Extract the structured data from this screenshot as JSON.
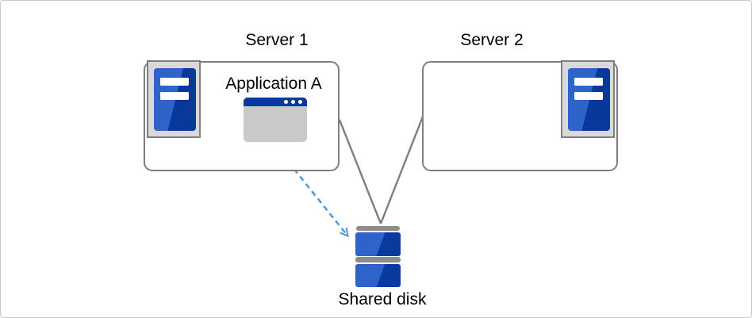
{
  "diagram": {
    "nodes": {
      "server1": {
        "label": "Server 1"
      },
      "server2": {
        "label": "Server 2"
      },
      "application": {
        "label": "Application A"
      },
      "shared_disk": {
        "label": "Shared disk"
      }
    },
    "connections": [
      {
        "from": "server1",
        "to": "shared_disk",
        "style": "solid"
      },
      {
        "from": "server2",
        "to": "shared_disk",
        "style": "solid"
      },
      {
        "from": "application",
        "to": "shared_disk",
        "style": "dashed-arrow"
      }
    ],
    "colors": {
      "box_border": "#7f7f7f",
      "connector_gray": "#7f7f7f",
      "arrow_blue": "#5b9bd5",
      "server_blue_light": "#2e64c9",
      "server_blue_dark": "#09389b",
      "window_titlebar_blue": "#08399e",
      "window_body_gray": "#c9c9c9",
      "icon_frame_gray": "#d9d9d9",
      "disk_bar_gray": "#8c8c8c",
      "label_color": "#000000",
      "canvas_border": "#c9c9c9"
    }
  }
}
